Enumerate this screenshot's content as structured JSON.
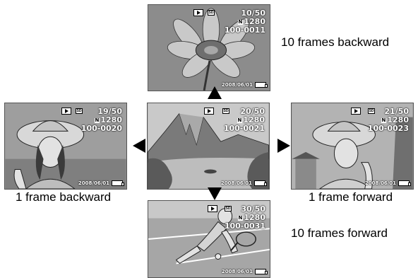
{
  "screens": {
    "center": {
      "counter": "20/50",
      "size": "1280",
      "file_no": "100-0021",
      "date": "2008/06/01"
    },
    "top": {
      "counter": "10/50",
      "size": "1280",
      "file_no": "100-0011",
      "date": "2008/06/01"
    },
    "left": {
      "counter": "19/50",
      "size": "1280",
      "file_no": "100-0020",
      "date": "2008/06/01"
    },
    "right": {
      "counter": "21/50",
      "size": "1280",
      "file_no": "100-0023",
      "date": "2008/06/01"
    },
    "bottom": {
      "counter": "30/50",
      "size": "1280",
      "file_no": "100-0031",
      "date": "2008/06/01"
    }
  },
  "badge_letter": "N",
  "sd_label": "SD",
  "captions": {
    "top": "10 frames backward",
    "left": "1 frame backward",
    "right": "1 frame forward",
    "bottom": "10 frames forward"
  },
  "icons": [
    "play-mode-icon",
    "sd-card-icon",
    "battery-icon",
    "arrow-up-icon",
    "arrow-down-icon",
    "arrow-left-icon",
    "arrow-right-icon"
  ]
}
